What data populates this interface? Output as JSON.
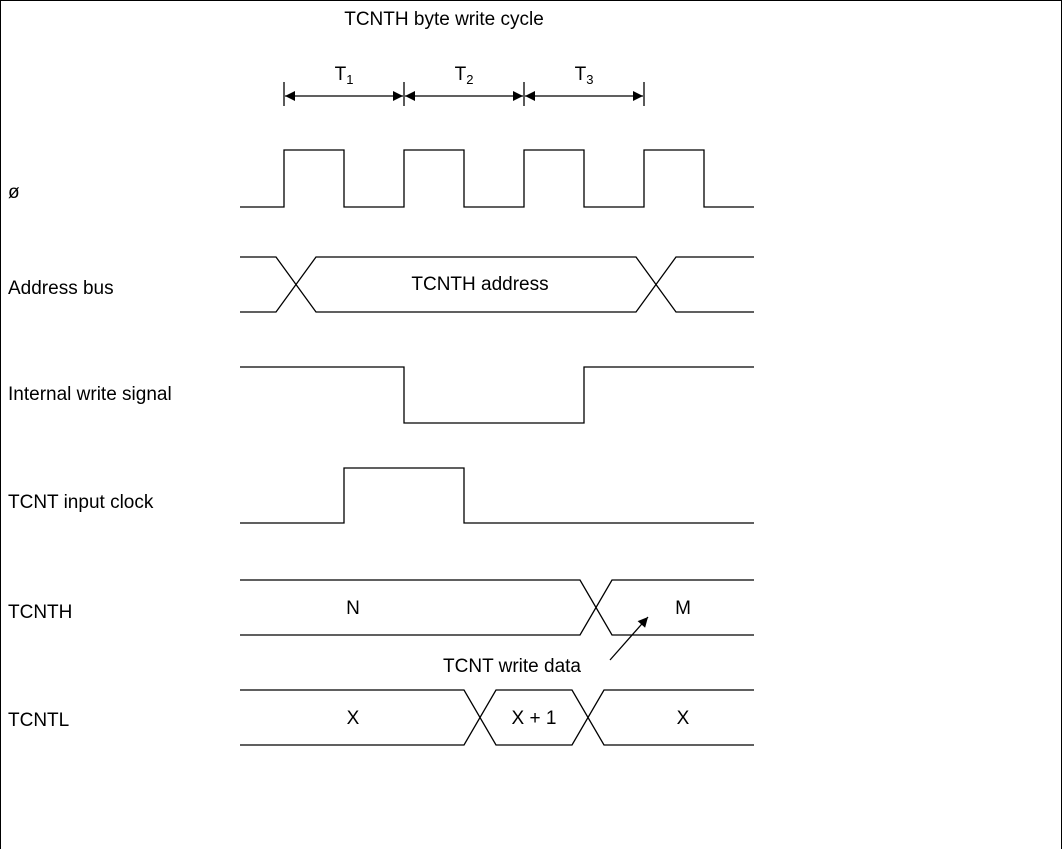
{
  "title": "TCNTH byte write cycle",
  "cycles": [
    {
      "base": "T",
      "sub": "1"
    },
    {
      "base": "T",
      "sub": "2"
    },
    {
      "base": "T",
      "sub": "3"
    }
  ],
  "signals": {
    "phi": "ø",
    "address_bus": "Address bus",
    "internal_write": "Internal write signal",
    "tcnt_input_clock": "TCNT input clock",
    "tcnth": "TCNTH",
    "tcntl": "TCNTL"
  },
  "bus_values": {
    "address": "TCNTH address",
    "tcnth_before": "N",
    "tcnth_after": "M",
    "tcntl_1": "X",
    "tcntl_2": "X + 1",
    "tcntl_3": "X"
  },
  "annotation": "TCNT write data"
}
